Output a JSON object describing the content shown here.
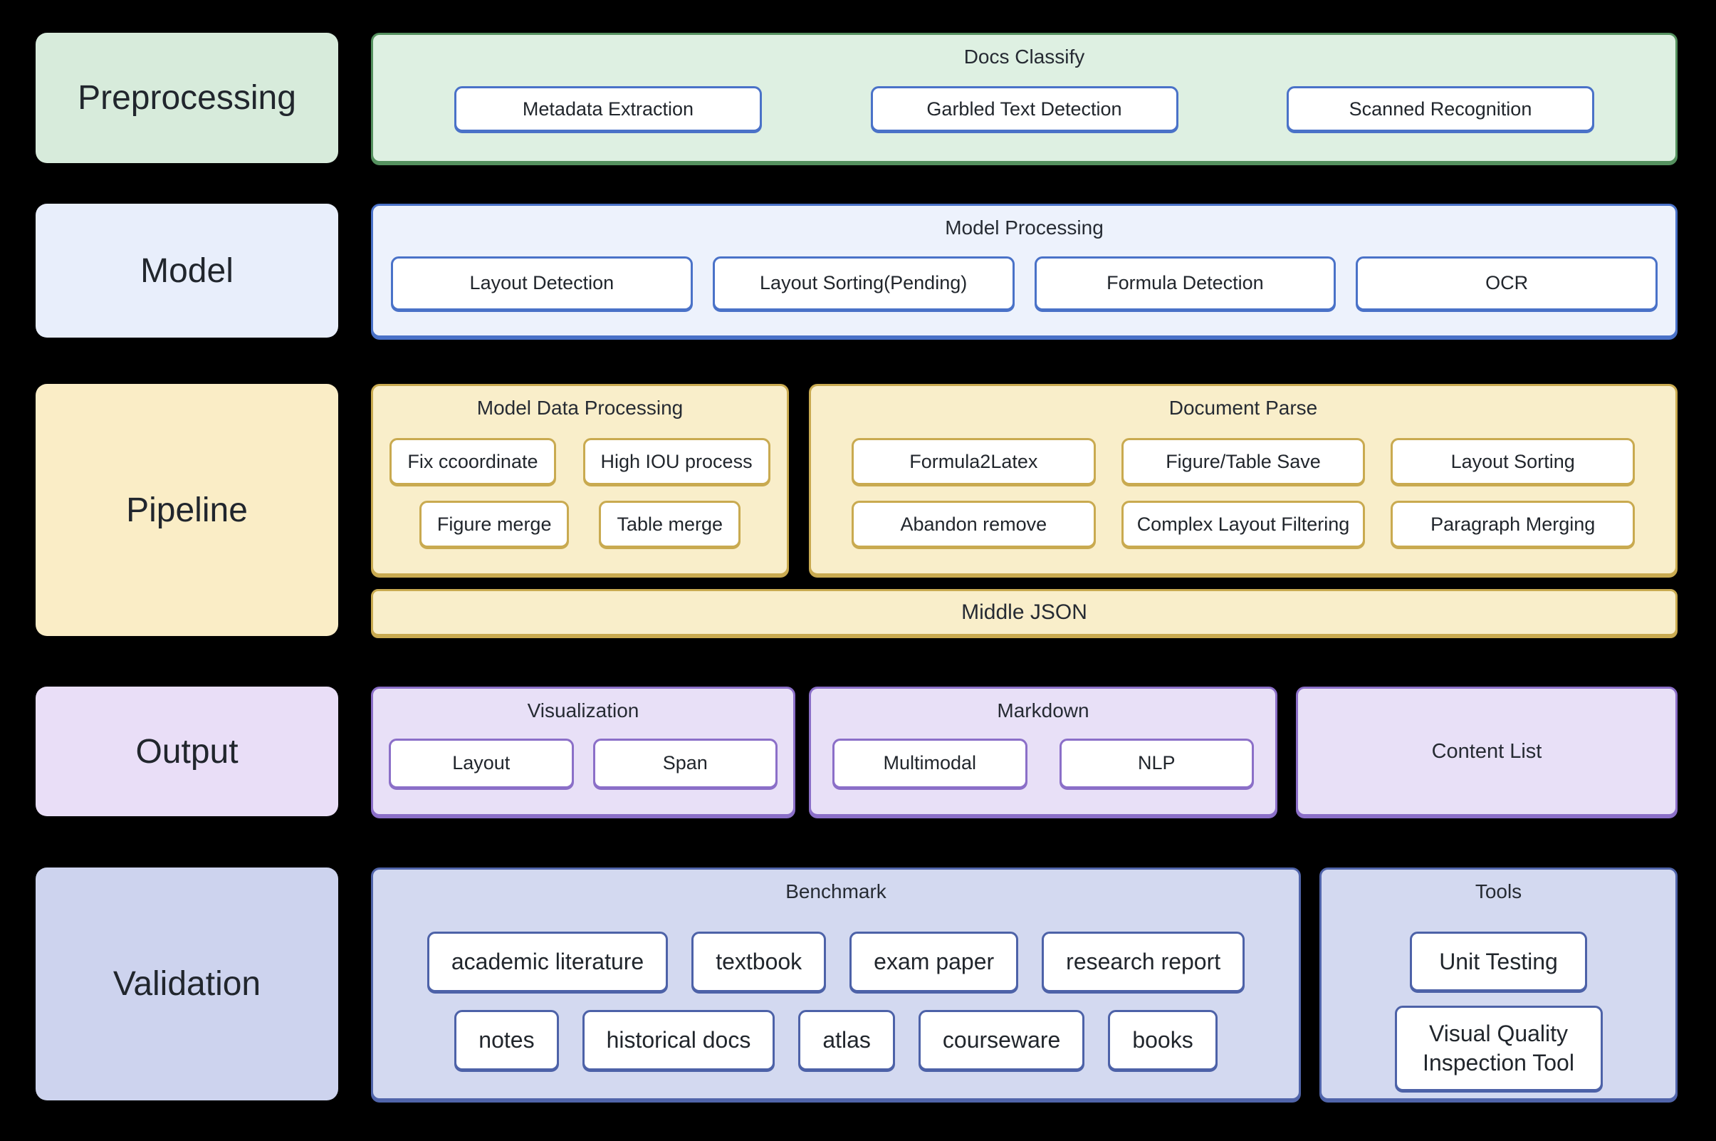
{
  "labels": {
    "preprocessing": "Preprocessing",
    "model": "Model",
    "pipeline": "Pipeline",
    "output": "Output",
    "validation": "Validation"
  },
  "docs_classify": {
    "title": "Docs Classify",
    "buttons": [
      "Metadata Extraction",
      "Garbled Text Detection",
      "Scanned Recognition"
    ]
  },
  "model_processing": {
    "title": "Model Processing",
    "buttons": [
      "Layout Detection",
      "Layout Sorting(Pending)",
      "Formula Detection",
      "OCR"
    ]
  },
  "model_data_processing": {
    "title": "Model Data Processing",
    "row1": [
      "Fix ccoordinate",
      "High IOU process"
    ],
    "row2": [
      "Figure merge",
      "Table merge"
    ]
  },
  "document_parse": {
    "title": "Document Parse",
    "row1": [
      "Formula2Latex",
      "Figure/Table Save",
      "Layout Sorting"
    ],
    "row2": [
      "Abandon remove",
      "Complex Layout Filtering",
      "Paragraph Merging"
    ]
  },
  "middle_json": {
    "label": "Middle JSON"
  },
  "visualization": {
    "title": "Visualization",
    "buttons": [
      "Layout",
      "Span"
    ]
  },
  "markdown": {
    "title": "Markdown",
    "buttons": [
      "Multimodal",
      "NLP"
    ]
  },
  "content_list": {
    "title": "Content List"
  },
  "benchmark": {
    "title": "Benchmark",
    "row1": [
      "academic literature",
      "textbook",
      "exam paper",
      "research report"
    ],
    "row2": [
      "notes",
      "historical docs",
      "atlas",
      "courseware",
      "books"
    ]
  },
  "tools": {
    "title": "Tools",
    "buttons": [
      "Unit Testing",
      "Visual Quality Inspection Tool"
    ]
  },
  "colors": {
    "background": "#000000",
    "preprocessing_border": "#55915f",
    "preprocessing_fill": "#def0e2",
    "preprocessing_label_fill": "#d7ebdb",
    "model_border": "#4a72c8",
    "model_fill": "#edf2fc",
    "model_label_fill": "#e8eefb",
    "pipeline_border": "#c9aa50",
    "pipeline_fill": "#f9eeca",
    "pipeline_label_fill": "#faedc6",
    "output_border": "#8b6fc8",
    "output_fill": "#e8e0f7",
    "output_label_fill": "#e9def7",
    "validation_border": "#5165aa",
    "validation_fill": "#d3d9f0",
    "validation_label_fill": "#cdd3ee",
    "node_fill": "#ffffff",
    "node_border_blue": "#4a72c8",
    "node_border_gold": "#c9aa50",
    "node_border_purple": "#8b6fc8",
    "node_border_indigo": "#4d62a8",
    "text": "#22272e"
  }
}
